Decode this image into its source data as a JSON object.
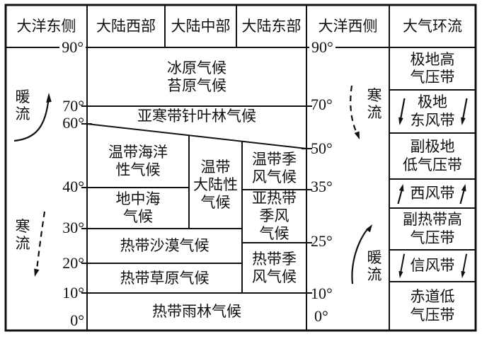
{
  "header_columns": [
    "大洋东侧",
    "大陆西部",
    "大陆中部",
    "大陆东部",
    "大洋西侧",
    "大气环流"
  ],
  "latitudes_left": [
    "90°",
    "70°",
    "60°",
    "40°",
    "30°",
    "20°",
    "10°",
    "0°"
  ],
  "latitudes_right": [
    "90°",
    "70°",
    "50°",
    "35°",
    "25°",
    "10°",
    "0°"
  ],
  "ocean_currents": {
    "east_ocean_warm": "暖流",
    "east_ocean_cold": "寒流",
    "west_ocean_cold": "寒流",
    "west_ocean_warm": "暖流"
  },
  "climate_zones": {
    "ice_tundra": "冰原气候\n苔原气候",
    "subarctic_conifer": "亚寒带针叶林气候",
    "temperate_oceanic": "温带海洋\n性气候",
    "temperate_continental": "温带\n大陆性\n气候",
    "temperate_monsoon": "温带季\n风气候",
    "mediterranean": "地中海\n气候",
    "subtropical_monsoon": "亚热带\n季风\n气候",
    "tropical_desert": "热带沙漠气候",
    "tropical_monsoon": "热带季\n风气候",
    "tropical_savanna": "热带草原气候",
    "tropical_rainforest": "热带雨林气候"
  },
  "circulation_belts": {
    "polar_high": "极地高\n气压带",
    "polar_easterlies": "极地\n东风带",
    "subpolar_low": "副极地\n低气压带",
    "westerlies": "西风带",
    "subtropical_high": "副热带高\n气压带",
    "trade_winds": "信风带",
    "equatorial_low": "赤道低\n气压带"
  },
  "colors": {
    "line": "#111111",
    "text": "#111111",
    "background": "#ffffff"
  }
}
